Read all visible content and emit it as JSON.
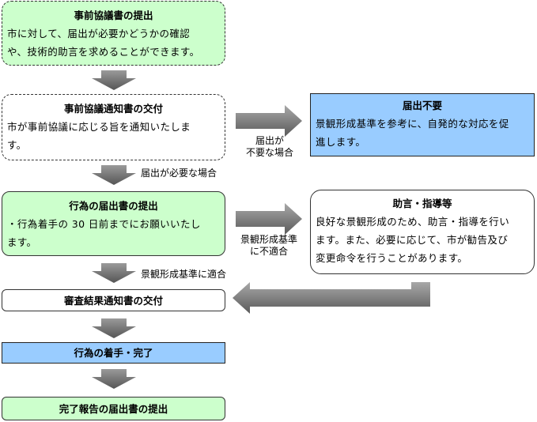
{
  "boxes": {
    "prior_consultation": {
      "title": "事前協議書の提出",
      "lines": [
        "市に対して、届出が必要かどうかの確認",
        "や、技術的助言を求めることができます。"
      ]
    },
    "consultation_notice": {
      "title": "事前協議通知書の交付",
      "lines": [
        "市が事前協議に応じる旨を通知いたしま",
        "す。"
      ]
    },
    "not_required": {
      "title": "届出不要",
      "lines": [
        "景観形成基準を参考に、自発的な対応を促",
        "進します。"
      ]
    },
    "notification": {
      "title": "行為の届出書の提出",
      "lines": [
        "・行為着手の 30 日前までにお願いいたし",
        "ます。"
      ]
    },
    "advice": {
      "title": "助言・指導等",
      "lines": [
        "良好な景観形成のため、助言・指導を行い",
        "ます。また、必要に応じて、市が勧告及び",
        "変更命令を行うことがあります。"
      ]
    },
    "review_result": {
      "title": "審査結果通知書の交付"
    },
    "start_complete": {
      "title": "行為の着手・完了"
    },
    "completion_report": {
      "title": "完了報告の届出書の提出"
    }
  },
  "labels": {
    "required": "届出が必要な場合",
    "not_required_line1": "届出が",
    "not_required_line2": "不要な場合",
    "nonconforming_line1": "景観形成基準",
    "nonconforming_line2": "に不適合",
    "conforming": "景観形成基準に適合"
  },
  "colors": {
    "green_fill": "#ccffcc",
    "blue_fill": "#99ccff",
    "arrow_dark": "#555555",
    "arrow_light": "#a0a0a0"
  }
}
